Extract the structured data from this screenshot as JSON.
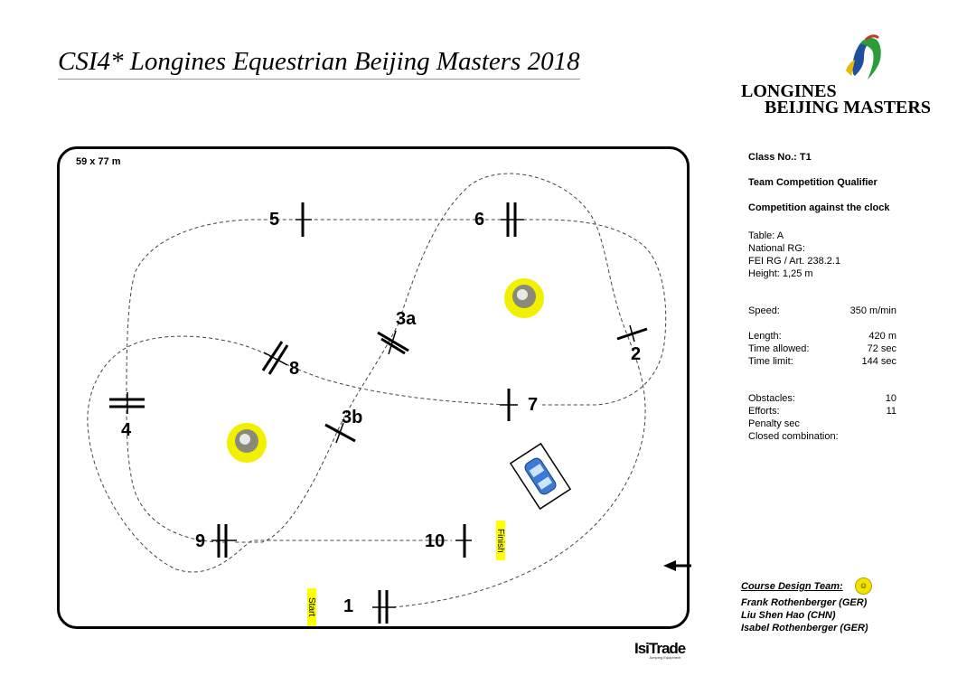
{
  "header": {
    "title": "CSI4* Longines Equestrian Beijing Masters  2018",
    "logo_line1": "LONGINES",
    "logo_line2": "BEIJING MASTERS"
  },
  "arena": {
    "size": "59 x 77 m"
  },
  "obstacles": [
    {
      "label": "1"
    },
    {
      "label": "2"
    },
    {
      "label": "3a"
    },
    {
      "label": "3b"
    },
    {
      "label": "4"
    },
    {
      "label": "5"
    },
    {
      "label": "6"
    },
    {
      "label": "7"
    },
    {
      "label": "8"
    },
    {
      "label": "9"
    },
    {
      "label": "10"
    }
  ],
  "signs": {
    "start": "Start",
    "finish": "Finish"
  },
  "info": {
    "class_no": "Class No.: T1",
    "class_name": "Team Competition Qualifier",
    "competition": "Competition against the clock",
    "table": "Table: A",
    "national_rg": "National RG:",
    "fei_rg": "FEI RG / Art. 238.2.1",
    "height": "Height: 1,25  m",
    "speed_label": "Speed:",
    "speed_value": "350  m/min",
    "length_label": "Length:",
    "length_value": "420    m",
    "time_allowed_label": "Time allowed:",
    "time_allowed_value": "72  sec",
    "time_limit_label": "Time limit:",
    "time_limit_value": "144  sec",
    "obstacles_label": "Obstacles:",
    "obstacles_value": "10",
    "efforts_label": "Efforts:",
    "efforts_value": "11",
    "penalty_label": "Penalty sec",
    "closed_label": "Closed combination:"
  },
  "team": {
    "heading": "Course Design Team:",
    "members": [
      "Frank Rothenberger (GER)",
      "Liu Shen Hao (CHN)",
      "Isabel Rothenberger (GER)"
    ]
  },
  "sponsor": {
    "name": "IsiTrade",
    "tagline": "Jumping Equipment"
  },
  "colors": {
    "sign": "#ffff00",
    "plant": "#f0f000",
    "car": "#3a7bd5"
  }
}
